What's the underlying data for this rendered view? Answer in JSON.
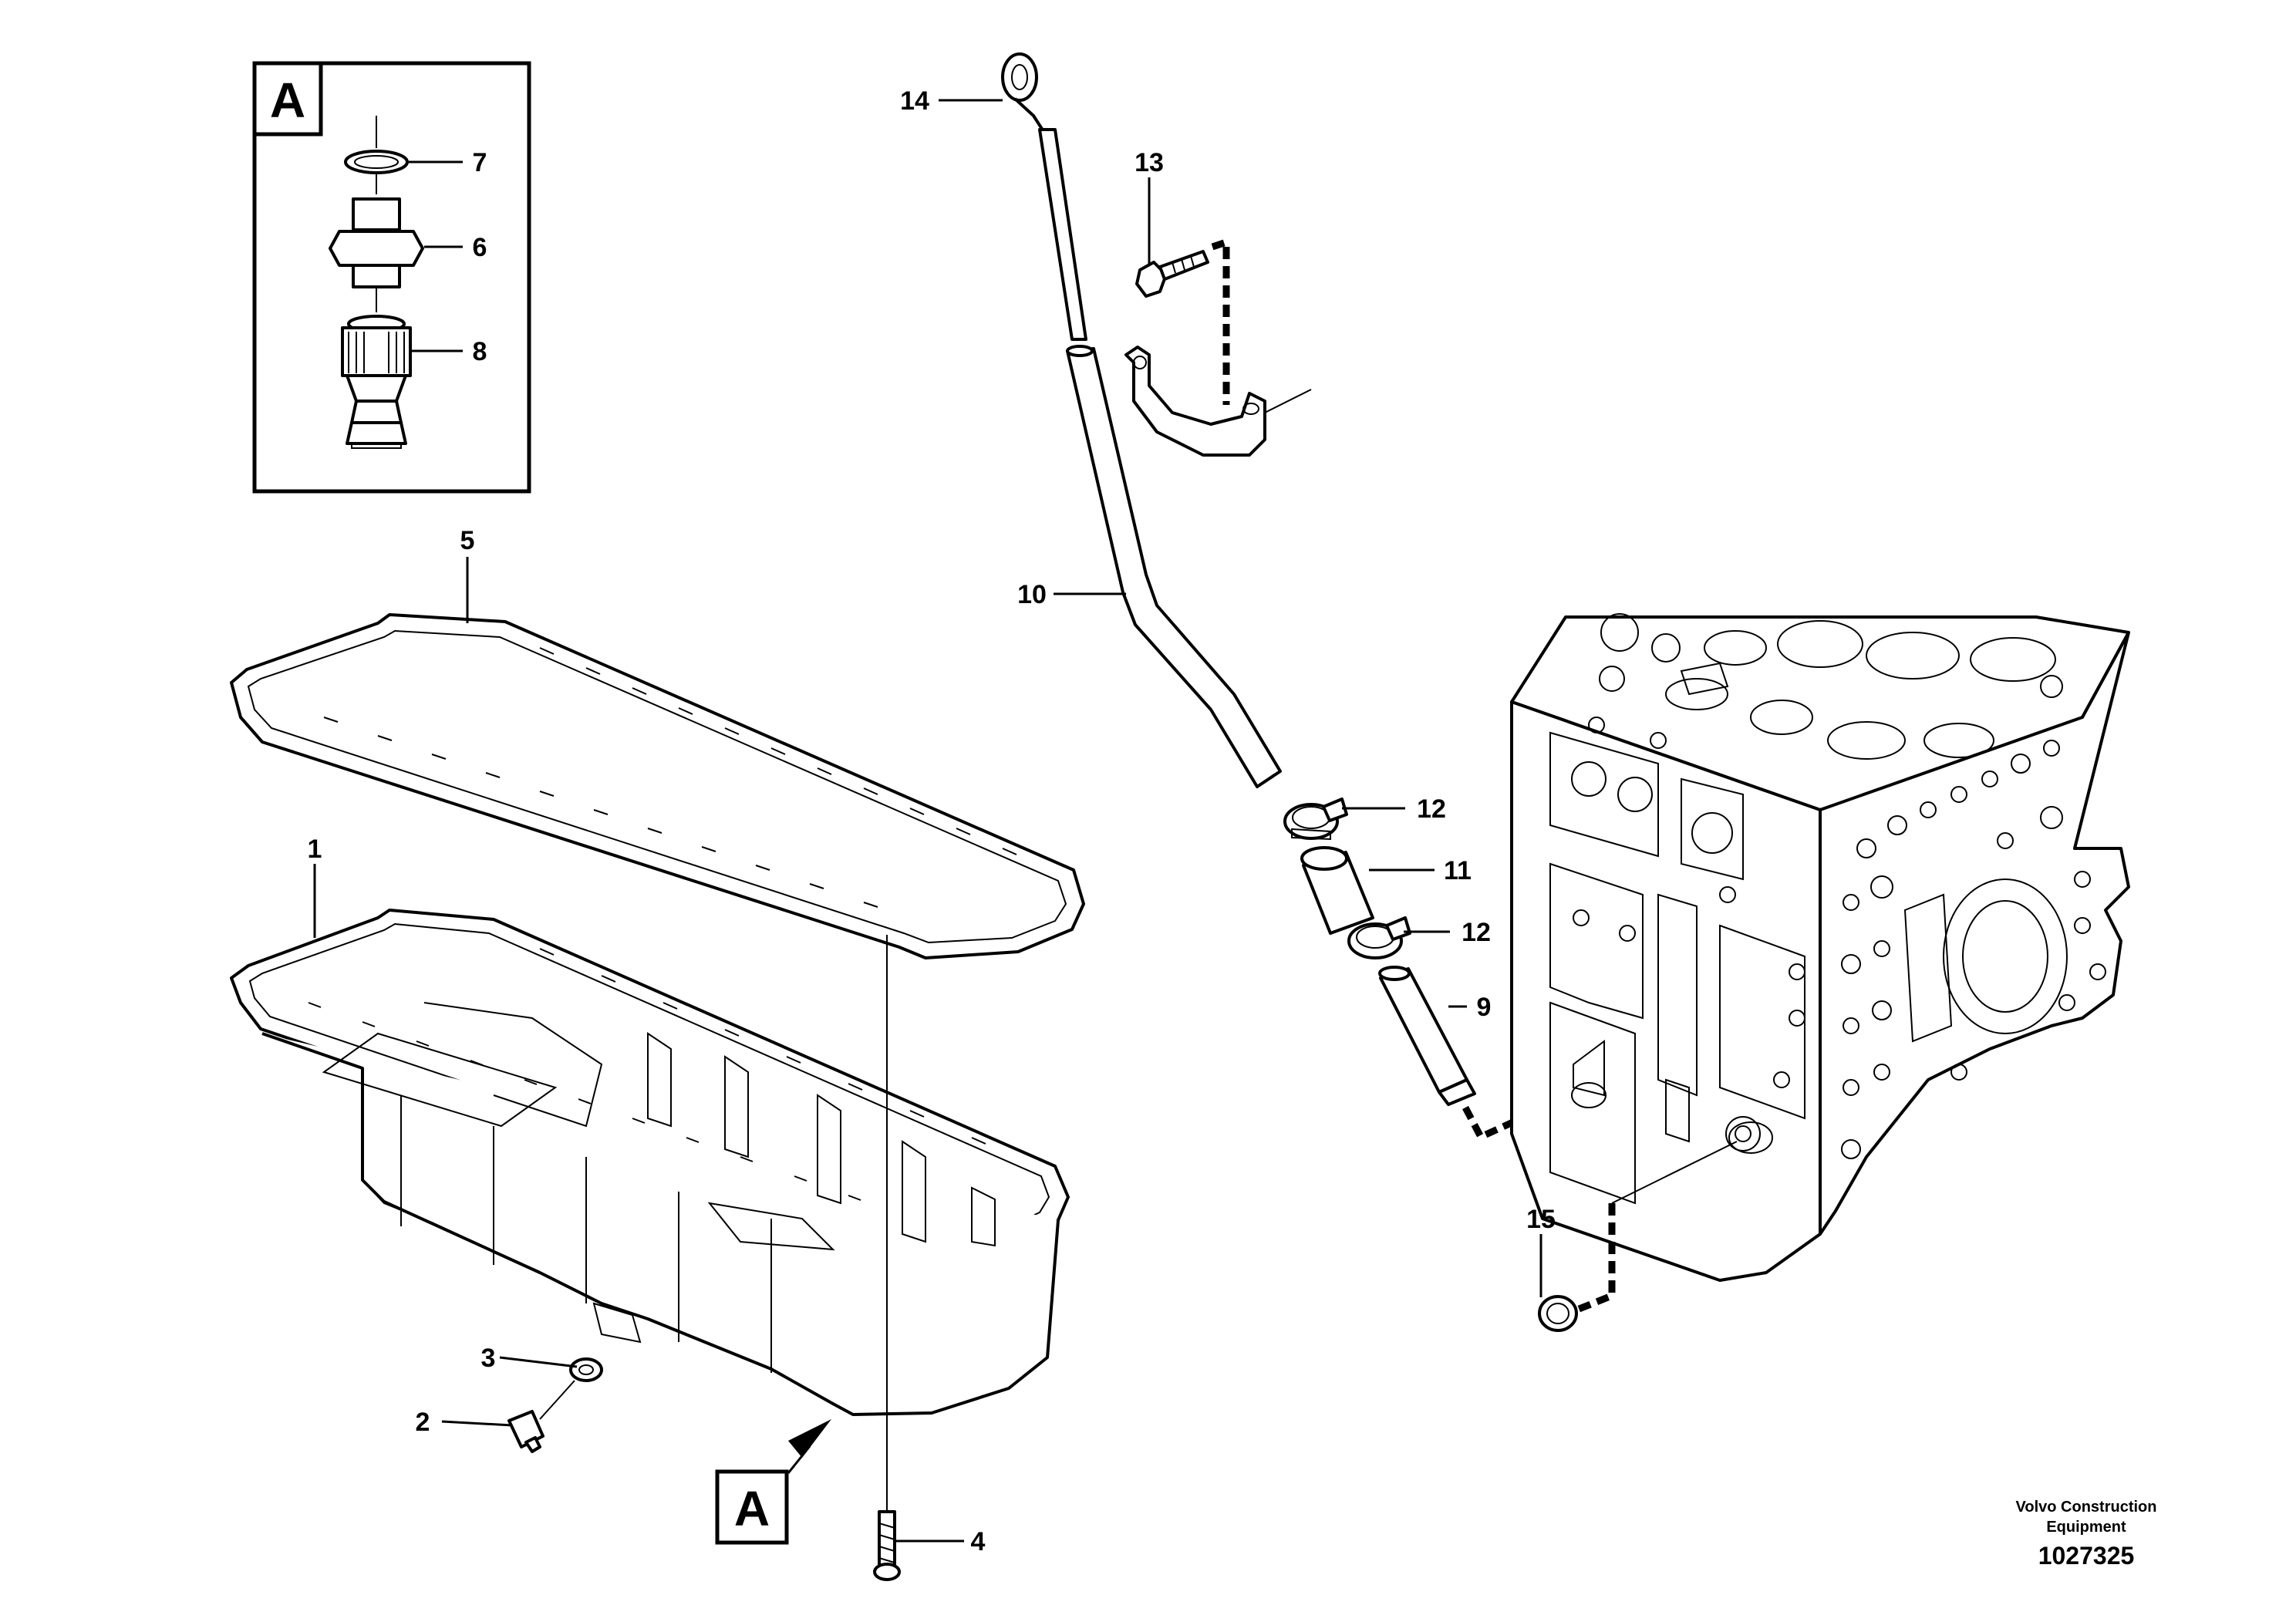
{
  "callouts": [
    {
      "id": "1",
      "label": "1"
    },
    {
      "id": "2",
      "label": "2"
    },
    {
      "id": "3",
      "label": "3"
    },
    {
      "id": "4",
      "label": "4"
    },
    {
      "id": "5",
      "label": "5"
    },
    {
      "id": "6",
      "label": "6"
    },
    {
      "id": "7",
      "label": "7"
    },
    {
      "id": "8",
      "label": "8"
    },
    {
      "id": "9",
      "label": "9"
    },
    {
      "id": "10",
      "label": "10"
    },
    {
      "id": "11",
      "label": "11"
    },
    {
      "id": "12a",
      "label": "12"
    },
    {
      "id": "12b",
      "label": "12"
    },
    {
      "id": "13",
      "label": "13"
    },
    {
      "id": "14",
      "label": "14"
    },
    {
      "id": "15",
      "label": "15"
    }
  ],
  "detail": {
    "inset_label": "A",
    "marker_label": "A"
  },
  "footer": {
    "credit_line1": "Volvo Construction",
    "credit_line2": "Equipment",
    "doc_number": "1027325"
  }
}
